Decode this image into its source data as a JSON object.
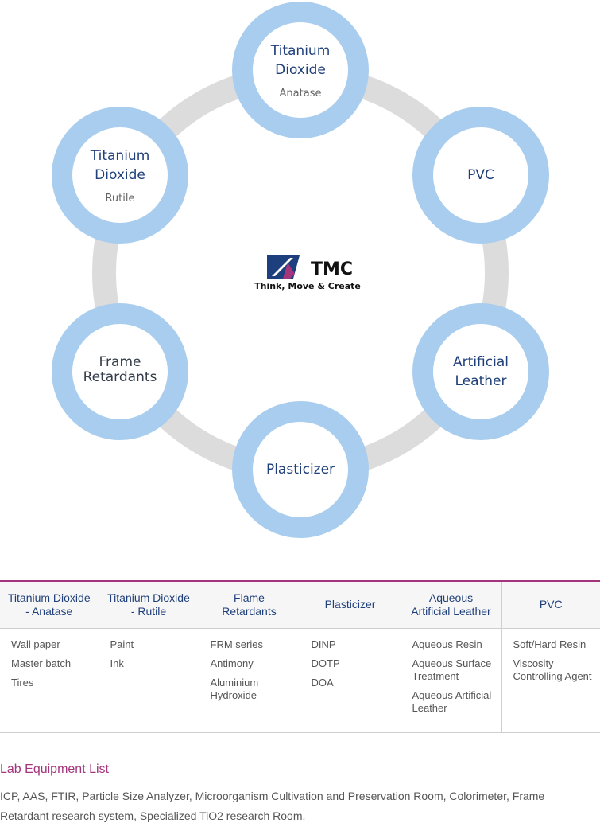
{
  "diagram": {
    "center": {
      "brand": "TMC",
      "tagline": "Think, Move & Create"
    },
    "nodes": [
      {
        "id": "tio2-anatase",
        "title": [
          "Titanium",
          "Dioxide"
        ],
        "subtitle": "Anatase"
      },
      {
        "id": "pvc",
        "title": [
          "PVC"
        ],
        "subtitle": ""
      },
      {
        "id": "artificial-leather",
        "title": [
          "Artificial",
          "Leather"
        ],
        "subtitle": ""
      },
      {
        "id": "plasticizer",
        "title": [
          "Plasticizer"
        ],
        "subtitle": ""
      },
      {
        "id": "frame-retardants",
        "title": [
          "Frame",
          "Retardants"
        ],
        "subtitle": ""
      },
      {
        "id": "tio2-rutile",
        "title": [
          "Titanium",
          "Dioxide"
        ],
        "subtitle": "Rutile"
      }
    ],
    "colors": {
      "ring": "#a9cdee",
      "track": "#dcdcdc",
      "title": "#1f3f7a",
      "logo_blue": "#1d3f7d",
      "logo_magenta": "#a4347c"
    }
  },
  "table": {
    "headers": [
      "Titanium Dioxide\n- Anatase",
      "Titanium Dioxide\n- Rutile",
      "Flame\nRetardants",
      "Plasticizer",
      "Aqueous\nArtificial Leather",
      "PVC"
    ],
    "columns": [
      [
        "Wall paper",
        "Master batch",
        "Tires"
      ],
      [
        "Paint",
        "Ink"
      ],
      [
        "FRM series",
        "Antimony",
        "Aluminium Hydroxide"
      ],
      [
        "DINP",
        "DOTP",
        "DOA"
      ],
      [
        "Aqueous Resin",
        "Aqueous Surface Treatment",
        "Aqueous Artificial Leather"
      ],
      [
        "Soft/Hard Resin",
        "Viscosity Controlling Agent"
      ]
    ]
  },
  "lab": {
    "title": "Lab Equipment List",
    "body": "ICP, AAS, FTIR, Particle Size Analyzer, Microorganism Cultivation and Preservation Room, Colorimeter, Frame Retardant research system, Specialized TiO2 research Room."
  }
}
